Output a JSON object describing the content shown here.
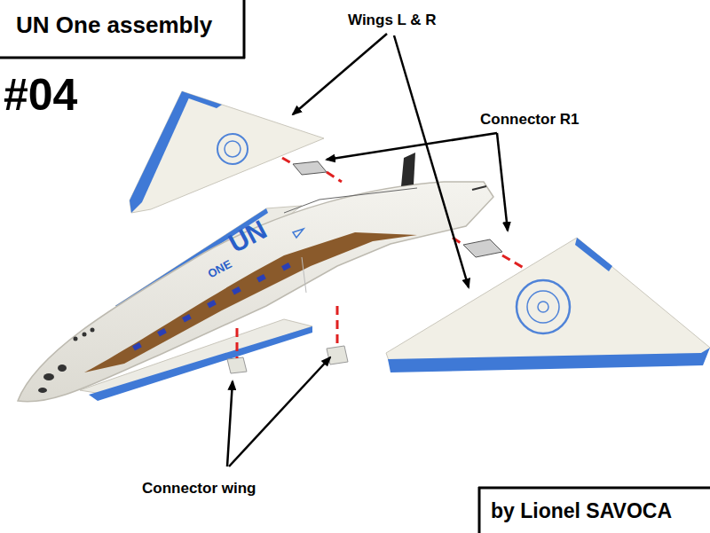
{
  "diagram": {
    "title": "UN One assembly",
    "labels": [
      "#04",
      "Wings L & R",
      "Connector R1",
      "Connector wing",
      "by Lionel SAVOCA",
      "UN",
      "ONE"
    ]
  }
}
